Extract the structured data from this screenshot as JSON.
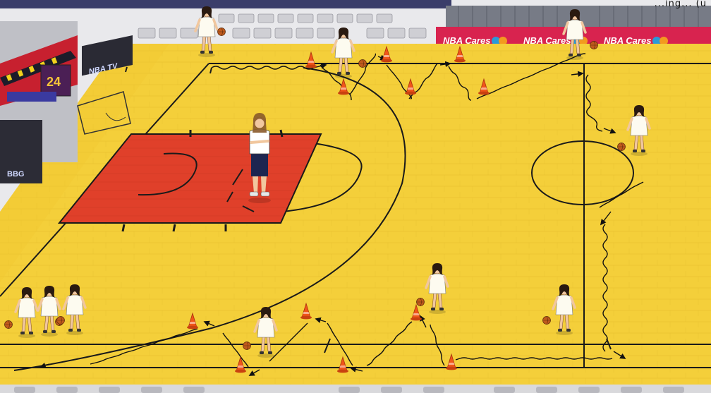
{
  "scene": {
    "title": "",
    "banner": {
      "segments": [
        "NBA Cares",
        "NBA Cares",
        "NBA Cares"
      ]
    },
    "scoreboard": {
      "number": "24",
      "channel": "NBA TV"
    },
    "partial_top_right_text": "...ing... (u",
    "colors": {
      "court": "#f4cf3a",
      "lane": "#e0402a",
      "lines": "#1a1a1a",
      "cone": "#f0551a",
      "banner": "#d8234f",
      "jersey": "#fdfbf0",
      "ball": "#c05a1c"
    }
  },
  "players": [
    {
      "id": "p1",
      "role": "dribbler-top-left"
    },
    {
      "id": "p2",
      "role": "dribbler-top-cones"
    },
    {
      "id": "p3",
      "role": "dribbler-top-right"
    },
    {
      "id": "p4",
      "role": "dribbler-right-center"
    },
    {
      "id": "p5",
      "role": "waiting-line-1"
    },
    {
      "id": "p6",
      "role": "waiting-line-2"
    },
    {
      "id": "p7",
      "role": "waiting-line-3"
    },
    {
      "id": "p8",
      "role": "dribbler-bottom-left-cones"
    },
    {
      "id": "p9",
      "role": "dribbler-bottom-center"
    },
    {
      "id": "p10",
      "role": "dribbler-bottom-right"
    }
  ],
  "coach": {
    "role": "coach-in-lane"
  }
}
